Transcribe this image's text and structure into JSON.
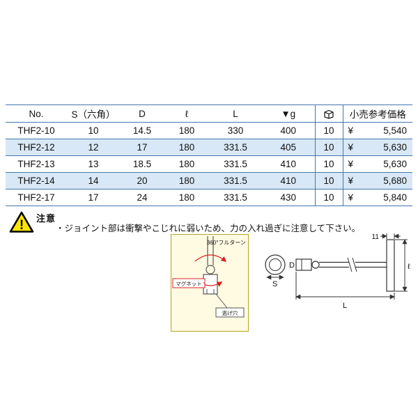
{
  "table": {
    "headers": {
      "no": "No.",
      "s": "S（六角）",
      "d": "D",
      "l_small": "ℓ",
      "l_big": "L",
      "weight": "▼g",
      "price": "小売参考価格"
    },
    "rows": [
      {
        "no": "THF2-10",
        "s": "10",
        "d": "14.5",
        "l_small": "180",
        "l_big": "330",
        "weight": "400",
        "qty": "10",
        "yen": "¥",
        "price": "5,540"
      },
      {
        "no": "THF2-12",
        "s": "12",
        "d": "17",
        "l_small": "180",
        "l_big": "331.5",
        "weight": "405",
        "qty": "10",
        "yen": "¥",
        "price": "5,630"
      },
      {
        "no": "THF2-13",
        "s": "13",
        "d": "18.5",
        "l_small": "180",
        "l_big": "331.5",
        "weight": "410",
        "qty": "10",
        "yen": "¥",
        "price": "5,630"
      },
      {
        "no": "THF2-14",
        "s": "14",
        "d": "20",
        "l_small": "180",
        "l_big": "331.5",
        "weight": "410",
        "qty": "10",
        "yen": "¥",
        "price": "5,680"
      },
      {
        "no": "THF2-17",
        "s": "17",
        "d": "24",
        "l_small": "180",
        "l_big": "331.5",
        "weight": "430",
        "qty": "10",
        "yen": "¥",
        "price": "5,840"
      }
    ]
  },
  "caution": {
    "label": "注意",
    "mark": "!",
    "note": "・ジョイント部は衝撃やこじれに弱いため、力の入れ過ぎに注意して下さい。"
  },
  "diagram": {
    "full_turn": "360°フルターン",
    "magnet": "マグネット",
    "escape_hole": "逃げ穴",
    "dim_d": "D",
    "dim_s": "S",
    "dim_11": "11",
    "dim_l_small": "ℓ",
    "dim_l_big": "L"
  },
  "colors": {
    "table_border": "#4276ae",
    "row_alt": "#d9e8f6",
    "caution_yellow": "#ffe600",
    "inset_bg": "#fffbe3",
    "inset_border": "#b5a520",
    "accent_red": "#d92020"
  }
}
